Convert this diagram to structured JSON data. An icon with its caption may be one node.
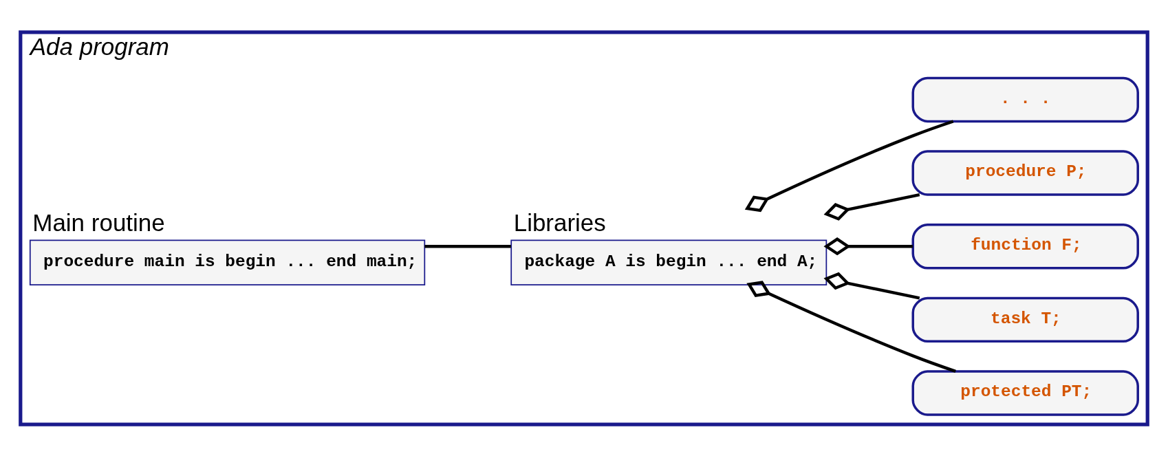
{
  "diagram": {
    "nodes": [
      {
        "text": [
          "Ada program"
        ]
      },
      {
        "text": [
          "Main routine",
          "procedure main is begin ... end main;"
        ],
        "in": 0
      },
      {
        "text": [
          "Libraries",
          "package A is begin ... end A;"
        ],
        "in": 0
      },
      {
        "text": [
          "protected PT;"
        ],
        "in": 0
      },
      {
        "text": [
          "task T;"
        ],
        "in": 0
      },
      {
        "text": [
          "function F;"
        ],
        "in": 0
      },
      {
        "text": [
          "procedure P;"
        ],
        "in": 0
      },
      {
        "text": [
          ". . ."
        ],
        "in": 0
      }
    ],
    "edges": [
      {
        "from": 1,
        "to": 2,
        "arrow": "none"
      },
      {
        "from": 2,
        "to": 3,
        "arrow": "other"
      },
      {
        "from": 2,
        "to": 4,
        "arrow": "other"
      },
      {
        "from": 2,
        "to": 5,
        "arrow": "other"
      },
      {
        "from": 2,
        "to": 6,
        "arrow": "other"
      },
      {
        "from": 2,
        "to": 7,
        "arrow": "other"
      }
    ]
  }
}
